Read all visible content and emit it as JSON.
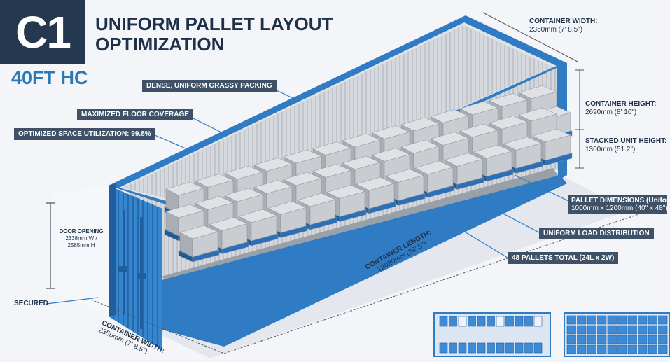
{
  "badge": "C1",
  "subtitle": "40FT HC",
  "title": "UNIFORM PALLET LAYOUT OPTIMIZATION",
  "callouts": {
    "dense": "DENSE, UNIFORM GRASSY PACKING",
    "floor": "MAXIMIZED FLOOR COVERAGE",
    "space": "OPTIMIZED SPACE UTILIZATION: 99.8%",
    "dims_label": "PALLET DIMENSIONS (Uniform)",
    "dims_value": "1000mm x 1200mm (40\" x 48\")",
    "load": "UNIFORM LOAD DISTRIBUTION",
    "total": "48 PALLETS TOTAL (24L x 2W)",
    "secured": "SECURED"
  },
  "container_width_top": {
    "label": "CONTAINER WIDTH:",
    "value": "2350mm (7' 8.5\")"
  },
  "container_height": {
    "label": "CONTAINER HEIGHT:",
    "value": "2690mm (8' 10\")"
  },
  "stacked_height": {
    "label": "STACKED UNIT HEIGHT:",
    "value": "1300mm (51.2\")"
  },
  "door_opening": {
    "label": "DOOR OPENING",
    "value1": "2338mm W /",
    "value2": "2585mm H"
  },
  "container_length": {
    "label": "CONTAINER LENGTH:",
    "value": "12020mm (39' 5\")"
  },
  "container_width_bottom": {
    "label": "CONTAINER WIDTH:",
    "value": "2350mm (7' 8.5\")"
  },
  "colors": {
    "container_blue": "#2f7bc4",
    "navy": "#24384f",
    "label_bg": "#3e5166",
    "box_grey": "#c9ccd1",
    "pallet_blue": "#2a6fb8"
  }
}
